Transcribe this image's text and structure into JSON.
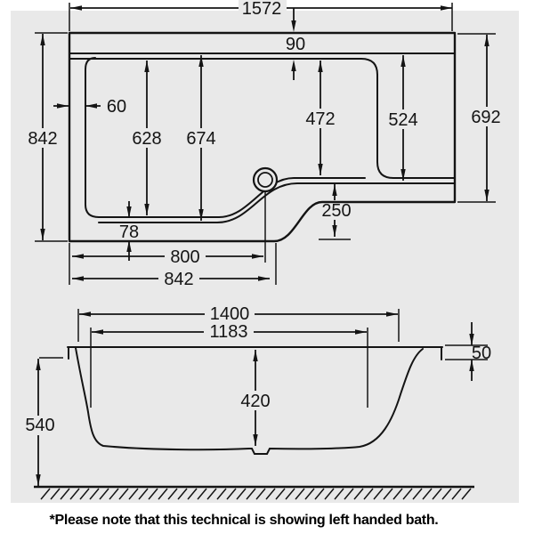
{
  "note": "*Please note that this technical is showing left handed bath.",
  "colors": {
    "page": "#ffffff",
    "canvas": "#e9e9e9",
    "line": "#141414"
  },
  "top_view": {
    "overall_length": "1572",
    "top_rim_width": "90",
    "left_end_depth": "842",
    "right_end_depth": "692",
    "left_rim_width": "60",
    "inner_depth_floor": "628",
    "inner_depth_rim": "674",
    "seat_depth_floor": "472",
    "seat_depth_rim": "524",
    "step_depth": "250",
    "bottom_rim_width": "78",
    "waste_position": "800",
    "shower_end_length": "842"
  },
  "side_view": {
    "rim_length": "1400",
    "inner_length": "1183",
    "rim_height": "50",
    "inner_depth": "420",
    "overall_height": "540"
  }
}
